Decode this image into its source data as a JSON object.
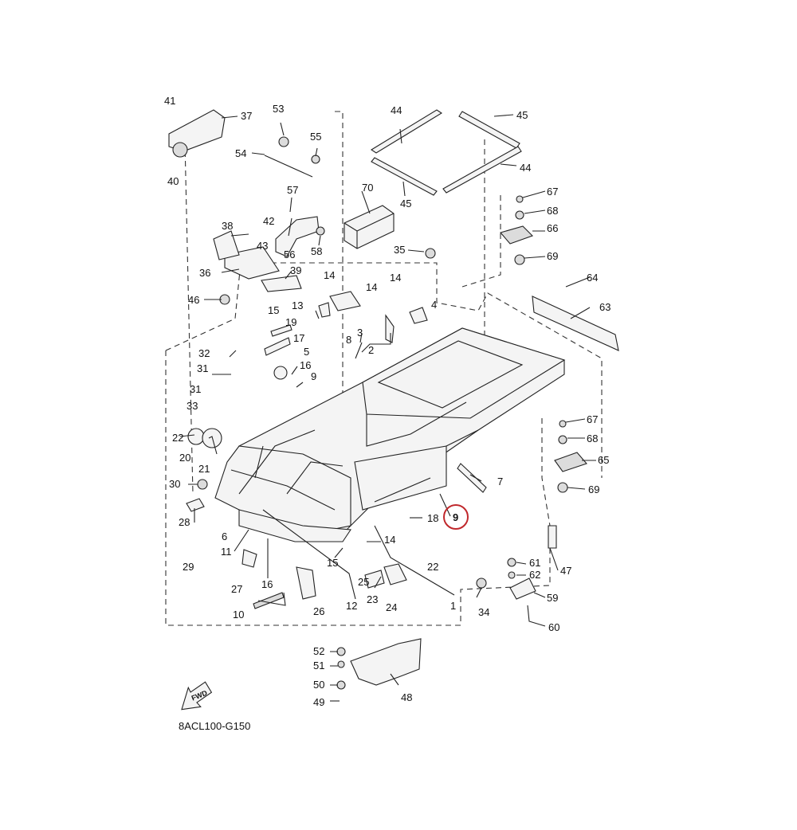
{
  "diagram": {
    "code": "8ACL100-G150",
    "fwd_label": "FWD",
    "highlight_color": "#c0282c",
    "highlighted_label": "9",
    "labels": [
      "1",
      "2",
      "3",
      "4",
      "5",
      "6",
      "7",
      "8",
      "9",
      "9",
      "10",
      "11",
      "12",
      "13",
      "14",
      "14",
      "14",
      "14",
      "15",
      "15",
      "16",
      "16",
      "17",
      "18",
      "19",
      "20",
      "21",
      "22",
      "22",
      "23",
      "24",
      "25",
      "26",
      "27",
      "28",
      "29",
      "30",
      "31",
      "31",
      "32",
      "33",
      "34",
      "35",
      "36",
      "37",
      "38",
      "39",
      "40",
      "41",
      "42",
      "43",
      "44",
      "44",
      "45",
      "45",
      "46",
      "47",
      "48",
      "49",
      "50",
      "51",
      "52",
      "53",
      "54",
      "55",
      "56",
      "57",
      "58",
      "59",
      "60",
      "61",
      "62",
      "63",
      "64",
      "65",
      "66",
      "67",
      "67",
      "68",
      "68",
      "69",
      "69",
      "70"
    ]
  }
}
